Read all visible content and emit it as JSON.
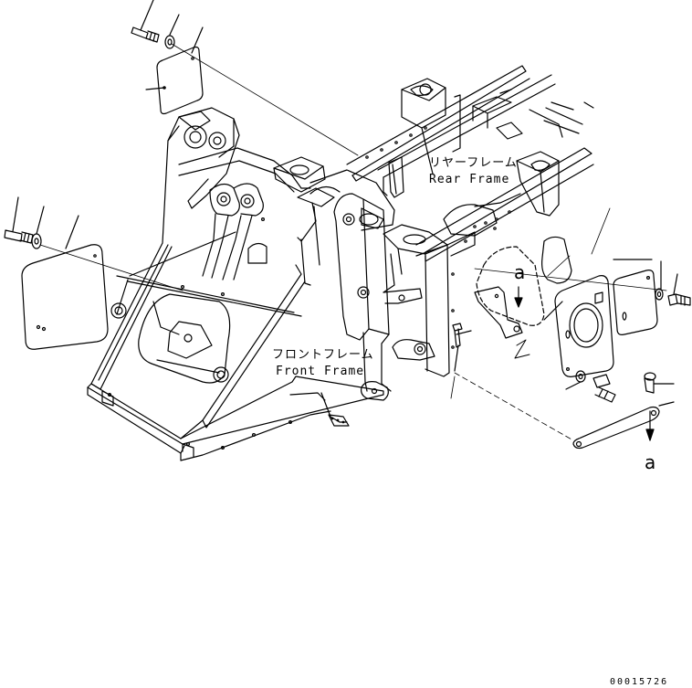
{
  "labels": {
    "rear_frame_jp": "リヤーフレーム",
    "rear_frame_en": "Rear Frame",
    "front_frame_jp": "フロントフレーム",
    "front_frame_en": "Front Frame",
    "view_ref_top": "a",
    "view_ref_bottom": "a",
    "drawing_number": "00015726"
  },
  "colors": {
    "line": "#000000",
    "background": "#ffffff"
  }
}
